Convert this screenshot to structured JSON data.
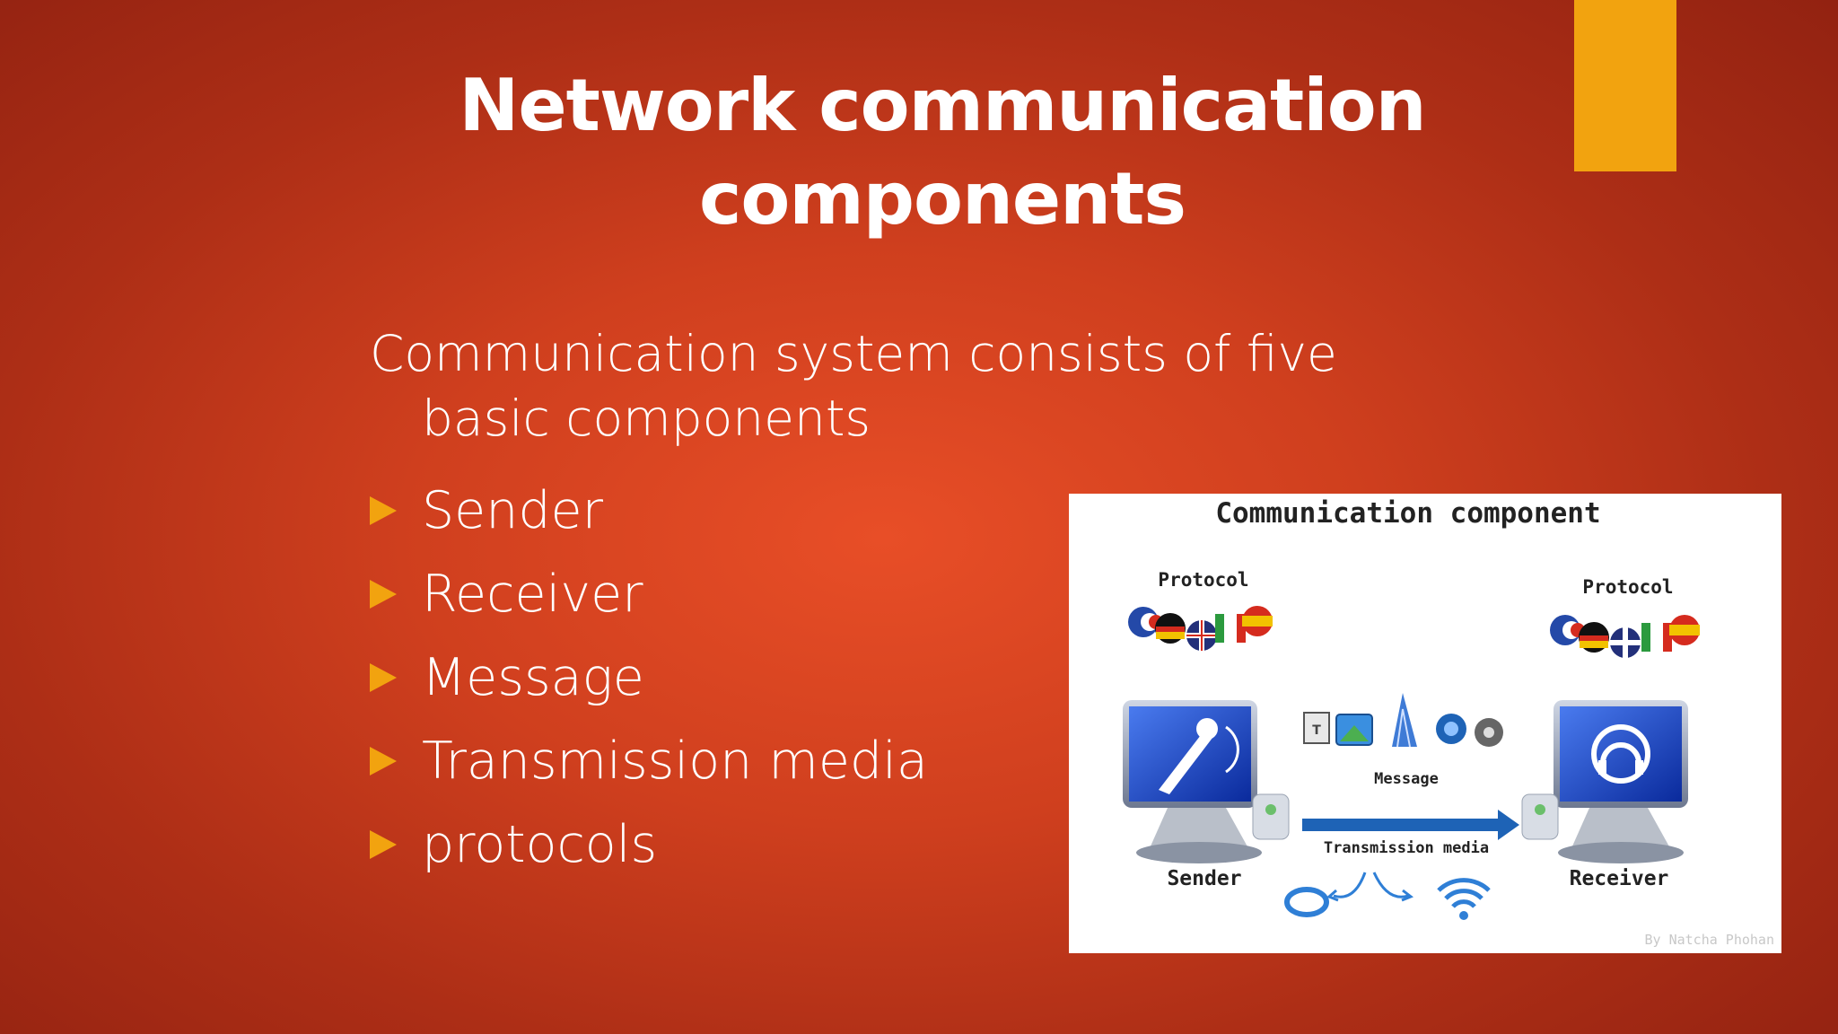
{
  "slide": {
    "title_line1": "Network communication",
    "title_line2": "components",
    "intro_line1": "Communication system consists of five",
    "intro_line2": "basic components",
    "bullets": [
      "Sender",
      "Receiver",
      "Message",
      "Transmission media",
      "protocols"
    ]
  },
  "figure": {
    "title": "Communication component",
    "protocol_left": "Protocol",
    "protocol_right": "Protocol",
    "message": "Message",
    "media": "Transmission media",
    "sender": "Sender",
    "receiver": "Receiver",
    "credit": "By Natcha Phohan"
  },
  "colors": {
    "accent": "#f2a30f",
    "bullet": "#f2a30f",
    "background_center": "#e84e27",
    "background_edge": "#8e2010"
  }
}
